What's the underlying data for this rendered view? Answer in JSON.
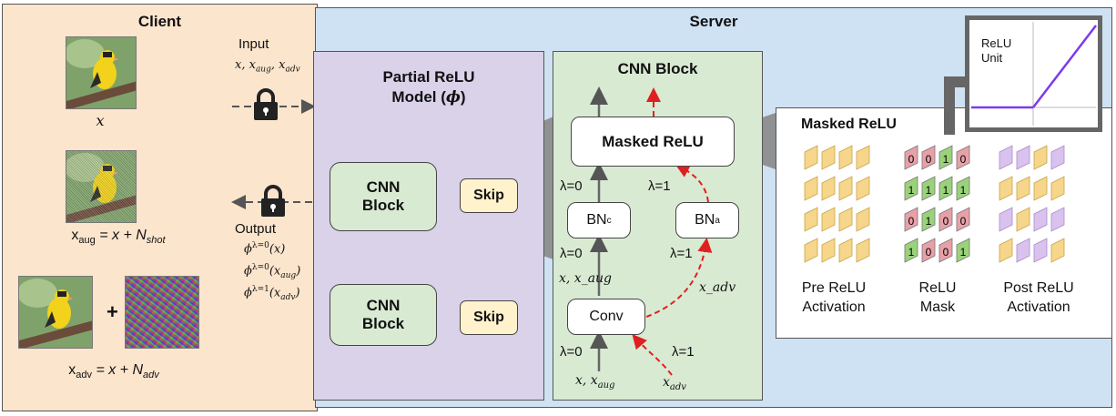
{
  "client": {
    "title": "Client",
    "caption_x": "x",
    "caption_aug_lhs": "x",
    "caption_aug_sub": "aug",
    "caption_aug_rhs": " = x + N",
    "caption_aug_rhs_sub": "shot",
    "plus": "+",
    "caption_adv_lhs": "x",
    "caption_adv_sub": "adv",
    "caption_adv_rhs": "= x + N",
    "caption_adv_rhs_sub": "adv"
  },
  "transfer": {
    "input_label": "Input",
    "input_vars": "x, x",
    "input_sub1": "aug",
    "input_mid": ", x",
    "input_sub2": "adv",
    "output_label": "Output",
    "output_line1": "ϕ",
    "output_line1_sup": "λ=0",
    "output_line1_arg": "(x)",
    "output_line2": "ϕ",
    "output_line2_sup": "λ=0",
    "output_line2_arg": "(x",
    "output_line2_sub": "aug",
    "output_line2_close": ")",
    "output_line3": "ϕ",
    "output_line3_sup": "λ=1",
    "output_line3_arg": "(x",
    "output_line3_sub": "adv",
    "output_line3_close": ")"
  },
  "server": {
    "title": "Server",
    "model_title_line1": "Partial ReLU",
    "model_title_line2": "Model (",
    "model_title_phi": "ϕ",
    "model_title_close": ")",
    "cnn_block_1": "CNN\nBlock",
    "cnn_block_2": "CNN\nBlock",
    "skip_1": "Skip",
    "skip_2": "Skip"
  },
  "cnn_block": {
    "title": "CNN Block",
    "masked_relu": "Masked ReLU",
    "bn_c": "BN",
    "bn_c_sub": "c",
    "bn_a": "BN",
    "bn_a_sub": "a",
    "conv": "Conv",
    "lambda_0_top": "λ=0",
    "lambda_1_top": "λ=1",
    "lambda_0_mid": "λ=0",
    "lambda_1_mid": "λ=1",
    "lambda_0_bot": "λ=0",
    "lambda_1_bot": "λ=1",
    "clean_path_label": "x,  x_aug",
    "adv_path_label": "x_adv",
    "input_clean": "x, x",
    "input_clean_sub": "aug",
    "input_adv": "x",
    "input_adv_sub": "adv"
  },
  "masked_relu_panel": {
    "title": "Masked ReLU",
    "col1_line1": "Pre ReLU",
    "col1_line2": "Activation",
    "col2_line1": "ReLU",
    "col2_line2": "Mask",
    "col3_line1": "Post ReLU",
    "col3_line2": "Activation",
    "mask_values": [
      [
        0,
        0,
        1,
        0
      ],
      [
        1,
        1,
        1,
        1
      ],
      [
        0,
        1,
        0,
        0
      ],
      [
        1,
        0,
        0,
        1
      ]
    ]
  },
  "relu_plot": {
    "label_line1": "ReLU",
    "label_line2": "Unit"
  },
  "colors": {
    "client_bg": "#fce5cd",
    "server_bg": "#cfe2f3",
    "model_bg": "#d9d2e9",
    "block_bg": "#d9ead3",
    "adv_arrow": "#e02020",
    "relu_line": "#7c3aed",
    "mask_zero": "#e8a0a8",
    "mask_one": "#9ad27a",
    "activation": "#f6d68a",
    "masked_activation": "#d9c2ee"
  }
}
